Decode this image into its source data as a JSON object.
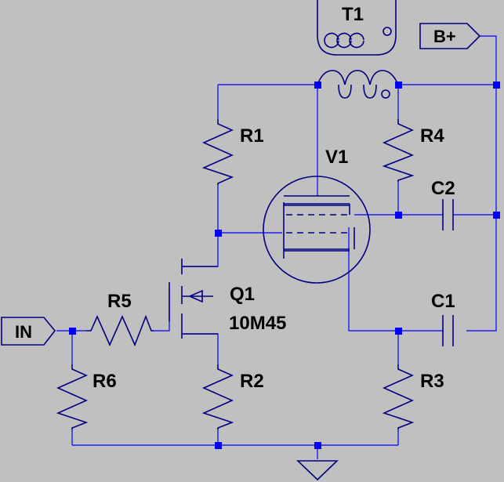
{
  "schematic": {
    "background": "#c0c0c0",
    "wire_color": "#0000ff",
    "component_color": "#000080",
    "labels": {
      "t1": "T1",
      "v1": "V1",
      "q1": "Q1",
      "q1_model": "10M45",
      "r1": "R1",
      "r2": "R2",
      "r3": "R3",
      "r4": "R4",
      "r5": "R5",
      "r6": "R6",
      "c1": "C1",
      "c2": "C2"
    },
    "ports": {
      "input": "IN",
      "supply": "B+"
    }
  }
}
